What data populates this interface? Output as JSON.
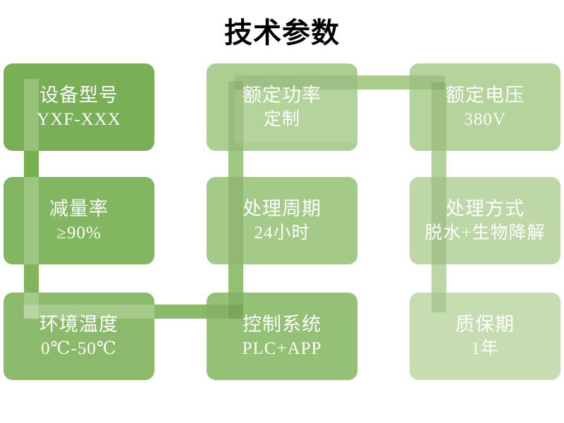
{
  "title": "技术参数",
  "slide": {
    "background": "#ffffff",
    "title_color": "#000000",
    "text_color": "#ffffff"
  },
  "cards": [
    {
      "id": "device-model",
      "label": "设备型号",
      "value": "YXF-XXX",
      "color": "#79b055"
    },
    {
      "id": "reduction-rate",
      "label": "减量率",
      "value": "≥90%",
      "color": "#82b660"
    },
    {
      "id": "ambient-temperature",
      "label": "环境温度",
      "value": "0℃-50℃",
      "color": "#8bbb6a"
    },
    {
      "id": "control-system",
      "label": "控制系统",
      "value": "PLC+APP",
      "color": "#94c175"
    },
    {
      "id": "processing-cycle",
      "label": "处理周期",
      "value": "24小时",
      "color": "#a3ca87"
    },
    {
      "id": "rated-power",
      "label": "额定功率",
      "value": "定制",
      "color": "#abcf90"
    },
    {
      "id": "rated-voltage",
      "label": "额定电压",
      "value": "380V",
      "color": "#b4d49b"
    },
    {
      "id": "processing-method",
      "label": "处理方式",
      "value": "脱水+生物降解",
      "color": "#bdd8a6"
    },
    {
      "id": "warranty-period",
      "label": "质保期",
      "value": "1年",
      "color": "#c5ddb1"
    }
  ],
  "connector_segments": [
    {
      "from": "device-model",
      "to": "reduction-rate",
      "color": "#76b051"
    },
    {
      "from": "reduction-rate",
      "to": "ambient-temperature",
      "color": "#80b55d"
    },
    {
      "from": "ambient-temperature",
      "to": "control-system",
      "color": "#89ba68"
    },
    {
      "from": "control-system",
      "to": "processing-cycle",
      "color": "#93c174"
    },
    {
      "from": "processing-cycle",
      "to": "rated-power",
      "color": "#9ec881"
    },
    {
      "from": "rated-power",
      "to": "rated-voltage",
      "color": "#a9cd8d"
    },
    {
      "from": "rated-voltage",
      "to": "processing-method",
      "color": "#b3d29a"
    },
    {
      "from": "processing-method",
      "to": "warranty-period",
      "color": "#bcd7a5"
    }
  ]
}
